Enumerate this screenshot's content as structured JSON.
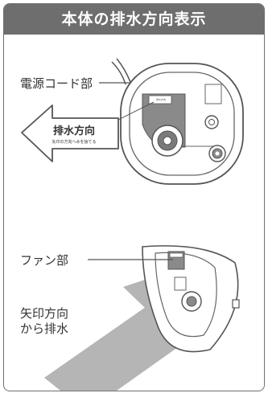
{
  "header": {
    "title": "本体の排水方向表示"
  },
  "labels": {
    "power_cord": "電源コード部",
    "fan": "ファン部",
    "arrow_direction": "矢印方向\nから排水"
  },
  "drain_arrow": {
    "title": "排水方向",
    "subtitle": "矢印の方向へ水を捨てる"
  },
  "device_tag": {
    "text": "排水方向"
  },
  "colors": {
    "header_bg": "#6e6e6e",
    "outline": "#555555",
    "water_stream": "#b5b5b5"
  }
}
